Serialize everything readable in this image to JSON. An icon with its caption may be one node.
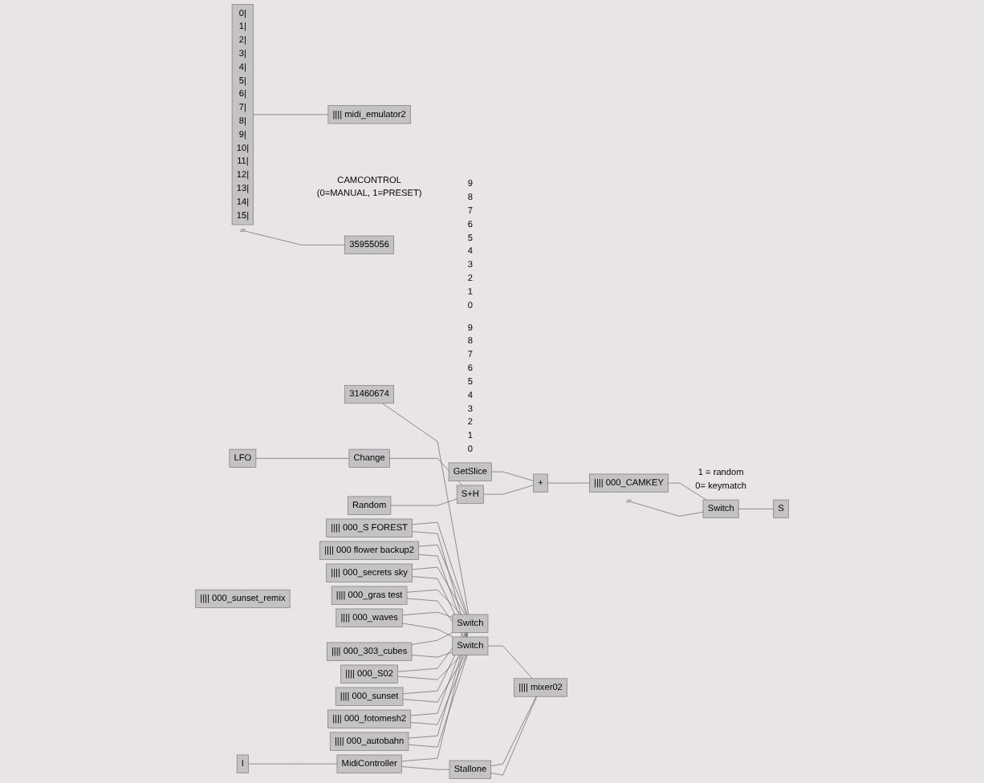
{
  "diagram": {
    "nodes": [
      {
        "text": [
          "0|",
          "1|",
          "2|",
          "3|",
          "4|",
          "5|",
          "6|",
          "7|",
          "8|",
          "9|",
          "10|",
          "11|",
          "12|",
          "13|",
          "14|",
          "15|"
        ]
      },
      {
        "text": [
          "|||| midi_emulator2"
        ]
      },
      {
        "text": [],
        "shape": "box",
        "beside": [
          "CAMCONTROL",
          "(0=MANUAL, 1=PRESET)"
        ]
      },
      {
        "text": [
          "35955056"
        ],
        "beside": [
          "9",
          "8",
          "7",
          "6",
          "5",
          "4",
          "3",
          "2",
          "1",
          "0"
        ]
      },
      {
        "text": [
          "31460674"
        ],
        "beside": [
          "9",
          "8",
          "7",
          "6",
          "5",
          "4",
          "3",
          "2",
          "1",
          "0"
        ]
      },
      {
        "text": [
          "LFO"
        ]
      },
      {
        "text": [
          "Change"
        ]
      },
      {
        "text": [
          "Random"
        ]
      },
      {
        "text": [
          "GetSlice"
        ]
      },
      {
        "text": [
          "+"
        ]
      },
      {
        "text": [
          "S+H"
        ]
      },
      {
        "text": [
          "|||| 000_CAMKEY"
        ]
      },
      {
        "text": [],
        "shape": "box",
        "beside": [
          "1 = random",
          "0= keymatch"
        ]
      },
      {
        "text": [
          "Switch"
        ]
      },
      {
        "text": [
          "S"
        ]
      },
      {
        "text": [
          "|||| 000_S FOREST"
        ]
      },
      {
        "text": [
          "|||| 000 flower backup2"
        ]
      },
      {
        "text": [
          "|||| 000_secrets sky"
        ]
      },
      {
        "text": [
          "|||| 000_gras test"
        ]
      },
      {
        "text": [
          "|||| 000_waves"
        ]
      },
      {
        "text": [
          "|||| 000_303_cubes"
        ]
      },
      {
        "text": [
          "|||| 000_S02"
        ]
      },
      {
        "text": [
          "|||| 000_sunset"
        ]
      },
      {
        "text": [
          "|||| 000_fotomesh2"
        ]
      },
      {
        "text": [
          "|||| 000_autobahn"
        ]
      },
      {
        "text": [
          "|||| 000_sunset_remix"
        ]
      },
      {
        "text": [
          "I"
        ]
      },
      {
        "text": [
          "Switch"
        ]
      },
      {
        "text": [
          "Switch"
        ]
      },
      {
        "text": [
          "MidiController"
        ]
      },
      {
        "text": [
          "Stallone"
        ]
      },
      {
        "text": [
          "|||| mixer02"
        ]
      }
    ],
    "edges": [
      {
        "from": 0,
        "to": 1,
        "arrow": "none"
      },
      {
        "from": 5,
        "to": 6,
        "arrow": "none"
      },
      {
        "from": 6,
        "to": 10,
        "arrow": "none"
      },
      {
        "from": 7,
        "to": 10,
        "arrow": "none"
      },
      {
        "from": 8,
        "to": 9,
        "arrow": "none"
      },
      {
        "from": 10,
        "to": 9,
        "arrow": "none"
      },
      {
        "from": 9,
        "to": 11,
        "arrow": "none"
      },
      {
        "from": 11,
        "to": 13,
        "arrow": "none"
      },
      {
        "from": 12,
        "to": 13,
        "arrow": "none"
      },
      {
        "from": 13,
        "to": 14,
        "arrow": "none"
      },
      {
        "from": 2,
        "to": 3,
        "arrow": "none"
      },
      {
        "from": 4,
        "to": 27,
        "arrow": "none"
      },
      {
        "from": 15,
        "to": 27,
        "arrow": "none"
      },
      {
        "from": 16,
        "to": 27,
        "arrow": "none"
      },
      {
        "from": 17,
        "to": 27,
        "arrow": "none"
      },
      {
        "from": 18,
        "to": 27,
        "arrow": "none"
      },
      {
        "from": 19,
        "to": 27,
        "arrow": "none"
      },
      {
        "from": 20,
        "to": 27,
        "arrow": "none"
      },
      {
        "from": 21,
        "to": 27,
        "arrow": "none"
      },
      {
        "from": 22,
        "to": 27,
        "arrow": "none"
      },
      {
        "from": 23,
        "to": 27,
        "arrow": "none"
      },
      {
        "from": 24,
        "to": 27,
        "arrow": "none"
      },
      {
        "from": 15,
        "to": 28,
        "arrow": "none"
      },
      {
        "from": 16,
        "to": 28,
        "arrow": "none"
      },
      {
        "from": 17,
        "to": 28,
        "arrow": "none"
      },
      {
        "from": 18,
        "to": 28,
        "arrow": "none"
      },
      {
        "from": 19,
        "to": 28,
        "arrow": "none"
      },
      {
        "from": 20,
        "to": 28,
        "arrow": "none"
      },
      {
        "from": 21,
        "to": 28,
        "arrow": "none"
      },
      {
        "from": 22,
        "to": 28,
        "arrow": "none"
      },
      {
        "from": 23,
        "to": 28,
        "arrow": "none"
      },
      {
        "from": 24,
        "to": 28,
        "arrow": "none"
      },
      {
        "from": 26,
        "to": 29,
        "arrow": "none"
      },
      {
        "from": 29,
        "to": 27,
        "arrow": "none"
      },
      {
        "from": 29,
        "to": 30,
        "arrow": "none"
      },
      {
        "from": 30,
        "to": 31,
        "arrow": "none"
      },
      {
        "from": 30,
        "to": 31,
        "arrow": "none"
      },
      {
        "from": 28,
        "to": 31,
        "arrow": "none"
      }
    ]
  }
}
